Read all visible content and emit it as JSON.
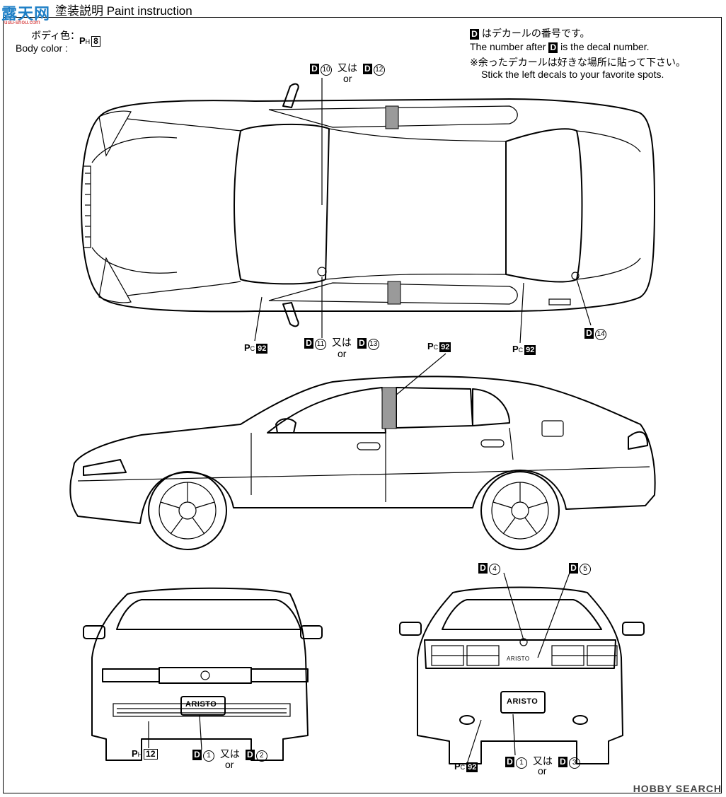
{
  "header": {
    "site_logo": "露天网",
    "site_url": "uuu-shou.com",
    "title": "塗装説明 Paint instruction"
  },
  "body_color": {
    "label_ja": "ボディ色：",
    "label_en": "Body color :",
    "code_prefix": "P",
    "code_sub": "H",
    "code_num": "8"
  },
  "notes": {
    "d_mark": "D",
    "line1": "はデカールの番号です。",
    "line2_pre": "The number after",
    "line2_post": "is the decal number.",
    "line3": "※余ったデカールは好きな場所に貼って下さい。",
    "line4": "Stick the left decals to your favorite spots."
  },
  "callouts": {
    "or": "or",
    "matawa": "又は",
    "top_a": {
      "d": "D",
      "n1": "10",
      "n2": "12"
    },
    "bottom_a": {
      "d": "D",
      "n1": "11",
      "n2": "13"
    },
    "d14": {
      "d": "D",
      "n": "14"
    },
    "pc_left": {
      "p": "P",
      "sub": "C",
      "n": "92"
    },
    "pc_mid": {
      "p": "P",
      "sub": "C",
      "n": "92"
    },
    "pc_right": {
      "p": "P",
      "sub": "C",
      "n": "92"
    },
    "d4": {
      "d": "D",
      "n": "4"
    },
    "d5": {
      "d": "D",
      "n": "5"
    },
    "front_ph": {
      "p": "P",
      "sub": "H",
      "n": "12"
    },
    "front_d": {
      "d": "D",
      "n1": "1",
      "n2": "2"
    },
    "rear_pc": {
      "p": "P",
      "sub": "C",
      "n": "92"
    },
    "rear_d": {
      "d": "D",
      "n1": "1",
      "n2": "3"
    }
  },
  "plates": {
    "front": "ARISTO",
    "rear": "ARISTO",
    "trunk_badge": "ARISTO"
  },
  "watermark": "HOBBY SEARCH"
}
